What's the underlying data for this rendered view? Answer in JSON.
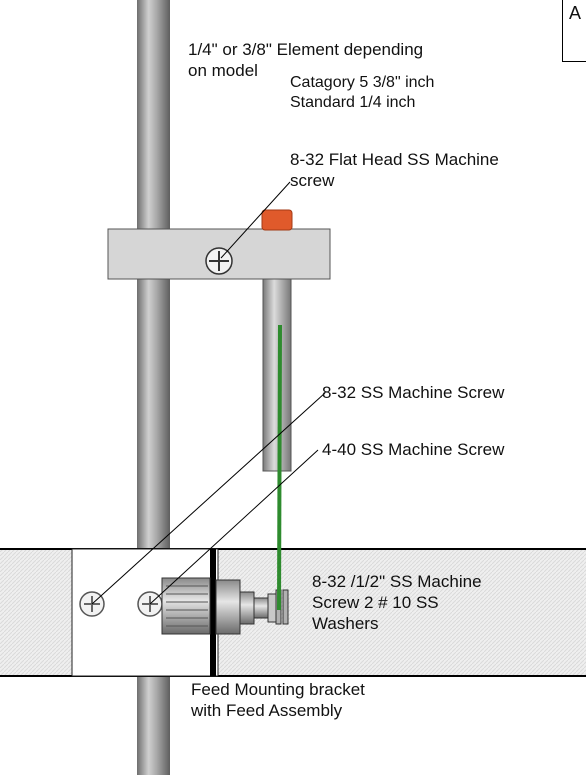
{
  "labels": {
    "element": [
      "1/4\" or 3/8\" Element depending",
      "on model"
    ],
    "catagory": [
      "Catagory 5 3/8\" inch",
      "Standard 1/4 inch"
    ],
    "flat_head": [
      "8-32 Flat Head SS Machine",
      "screw"
    ],
    "ss_8_32": "8-32 SS Machine Screw",
    "ss_4_40": "4-40 SS Machine Screw",
    "half_inch": [
      "8-32 /1/2\" SS Machine",
      "Screw 2 # 10  SS",
      "Washers"
    ],
    "feed": [
      "Feed Mounting bracket",
      "with  Feed Assembly"
    ],
    "corner": "A"
  },
  "colors": {
    "rod": "#9a9a9a",
    "block": "#d6d6d6",
    "bracket": "#eeeeee",
    "cap": "#e05a2b",
    "wire": "#2e8b2e",
    "line": "#000000"
  },
  "icons": [
    "phillips-screw-icon",
    "feed-connector-icon"
  ]
}
